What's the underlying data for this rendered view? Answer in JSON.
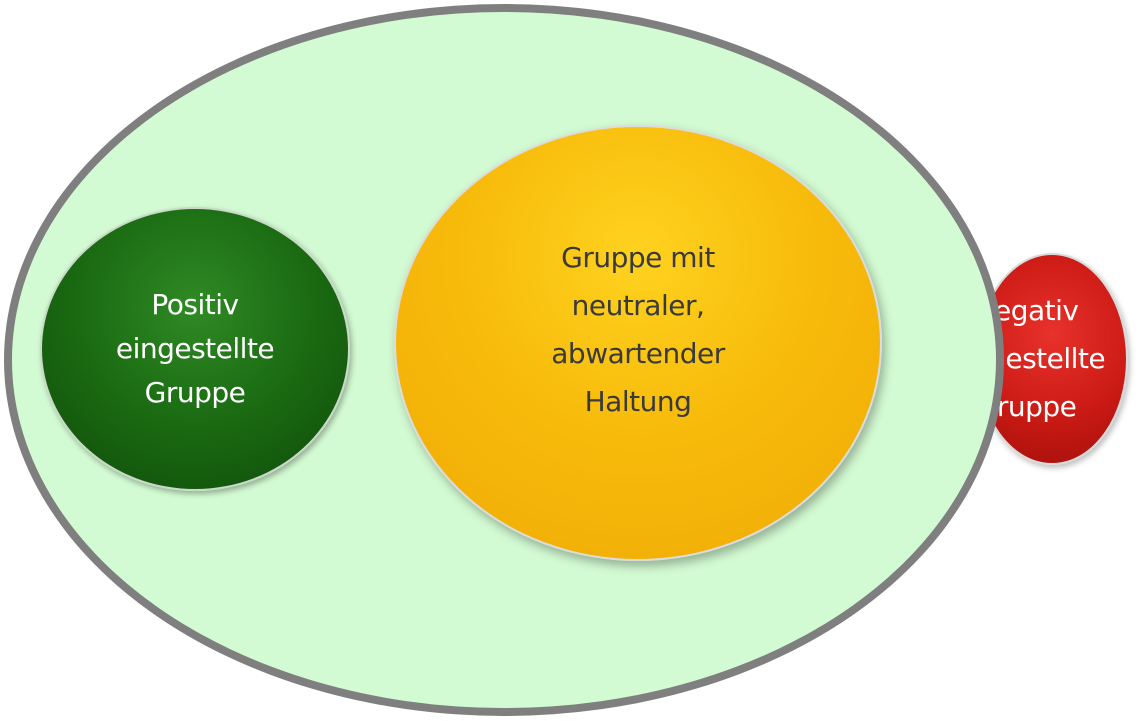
{
  "diagram": {
    "colors": {
      "outer_fill": "#d3fbd3",
      "outer_border": "#7f7f7f",
      "positive": "#1a6a12",
      "neutral": "#f5b90a",
      "negative": "#cc1a14"
    },
    "positive_group": {
      "lines": [
        "Positiv",
        "eingestellte",
        "Gruppe"
      ]
    },
    "neutral_group": {
      "lines": [
        "Gruppe mit",
        "neutraler,",
        "abwartender",
        "Haltung"
      ]
    },
    "negative_group": {
      "lines": [
        "Negativ",
        "eingestellte",
        "Gruppe"
      ]
    }
  }
}
